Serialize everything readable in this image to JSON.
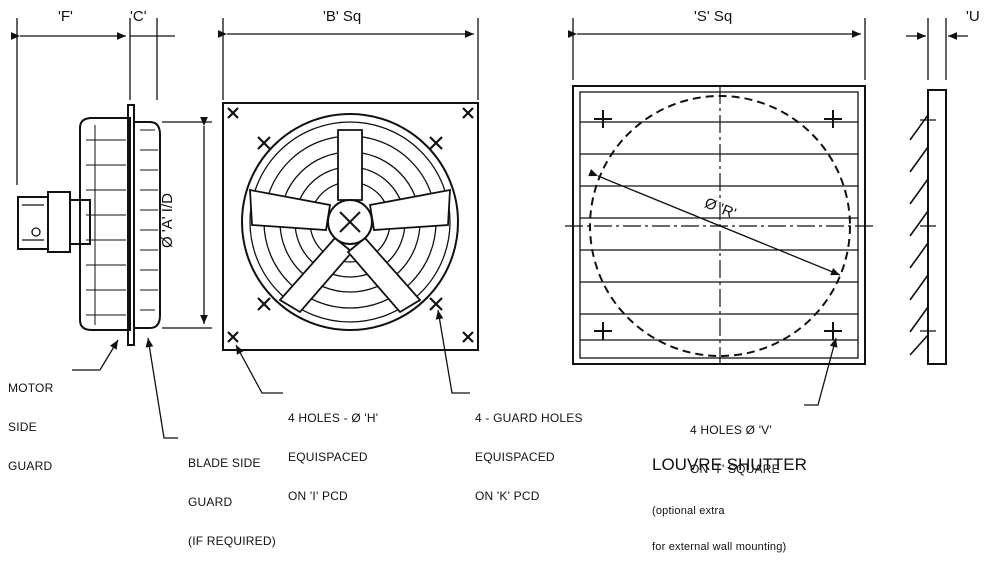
{
  "dims": {
    "F": "'F'",
    "C": "'C'",
    "B": "'B' Sq",
    "S": "'S' Sq",
    "U": "'U",
    "A": "Ø 'A' I/D",
    "R": "Ø 'R'"
  },
  "callouts": {
    "motor_guard": [
      "MOTOR",
      "SIDE",
      "GUARD"
    ],
    "blade_guard": [
      "BLADE SIDE",
      "GUARD",
      "(IF REQUIRED)"
    ],
    "holes_h": [
      "4 HOLES - Ø 'H'",
      "EQUISPACED",
      "ON 'I' PCD"
    ],
    "guard_holes": [
      "4 - GUARD HOLES",
      "EQUISPACED",
      "ON 'K' PCD"
    ],
    "holes_v": [
      "4 HOLES Ø 'V'",
      "ON 'T' SQUARE"
    ]
  },
  "louvre": {
    "title": "LOUVRE SHUTTER",
    "note": [
      "(optional extra",
      "for external wall mounting)"
    ]
  }
}
